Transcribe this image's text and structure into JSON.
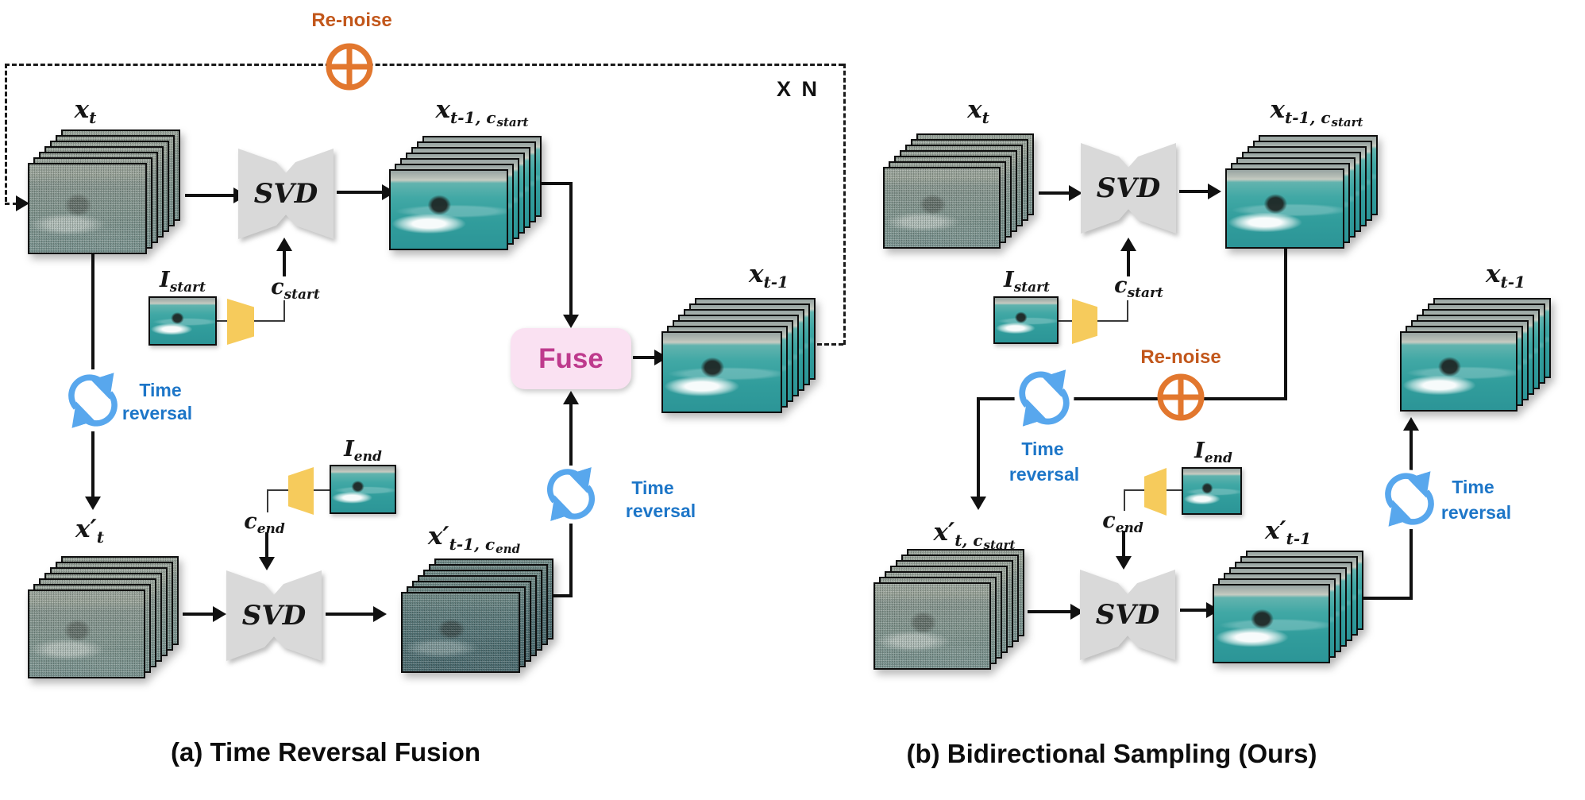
{
  "figure": {
    "captions": {
      "panel_a": "(a) Time Reversal Fusion",
      "panel_b": "(b) Bidirectional Sampling (Ours)"
    },
    "loop_count_label": "X N",
    "renoise_label": "Re-noise",
    "svd_label": "SVD",
    "fuse_label": "Fuse",
    "time_reversal_label": {
      "line1": "Time",
      "line2": "reversal"
    },
    "icons": {
      "renoise": "circle-plus-icon",
      "time_reversal": "circular-arrows-icon",
      "encoder": "trapezoid-encoder-icon"
    },
    "colors": {
      "renoise_orange": "#E2772E",
      "renoise_text_orange": "#C2571B",
      "time_reversal_blue": "#58A7ED",
      "time_reversal_text_blue": "#1D76C8",
      "fuse_bg_pink": "#FAE1F2",
      "fuse_text_magenta": "#BE3A8D",
      "encoder_yellow": "#F6CB5C",
      "svd_gray": "#D9D9D9",
      "line_black": "#111111"
    },
    "math_labels": {
      "a_xt": {
        "main": "x",
        "sub": "t",
        "subsub": ""
      },
      "a_xt1cs": {
        "main": "x",
        "sub": "t-1, c",
        "subsub": "start"
      },
      "a_istart": {
        "main": "I",
        "sub": "start",
        "subsub": ""
      },
      "a_cstart": {
        "main": "c",
        "sub": "start",
        "subsub": ""
      },
      "a_xpt": {
        "main": "x′",
        "sub": "t",
        "subsub": ""
      },
      "a_iend": {
        "main": "I",
        "sub": "end",
        "subsub": ""
      },
      "a_cend": {
        "main": "c",
        "sub": "end",
        "subsub": ""
      },
      "a_xpt1ce": {
        "main": "x′",
        "sub": "t-1, c",
        "subsub": "end"
      },
      "a_xt1": {
        "main": "x",
        "sub": "t-1",
        "subsub": ""
      },
      "b_xt": {
        "main": "x",
        "sub": "t",
        "subsub": ""
      },
      "b_xt1cs": {
        "main": "x",
        "sub": "t-1, c",
        "subsub": "start"
      },
      "b_istart": {
        "main": "I",
        "sub": "start",
        "subsub": ""
      },
      "b_cstart": {
        "main": "c",
        "sub": "start",
        "subsub": ""
      },
      "b_xptcs": {
        "main": "x′",
        "sub": "t, c",
        "subsub": "start"
      },
      "b_iend": {
        "main": "I",
        "sub": "end",
        "subsub": ""
      },
      "b_cend": {
        "main": "c",
        "sub": "end",
        "subsub": ""
      },
      "b_xpt1": {
        "main": "x′",
        "sub": "t-1",
        "subsub": ""
      },
      "b_xt1": {
        "main": "x",
        "sub": "t-1",
        "subsub": ""
      }
    }
  }
}
